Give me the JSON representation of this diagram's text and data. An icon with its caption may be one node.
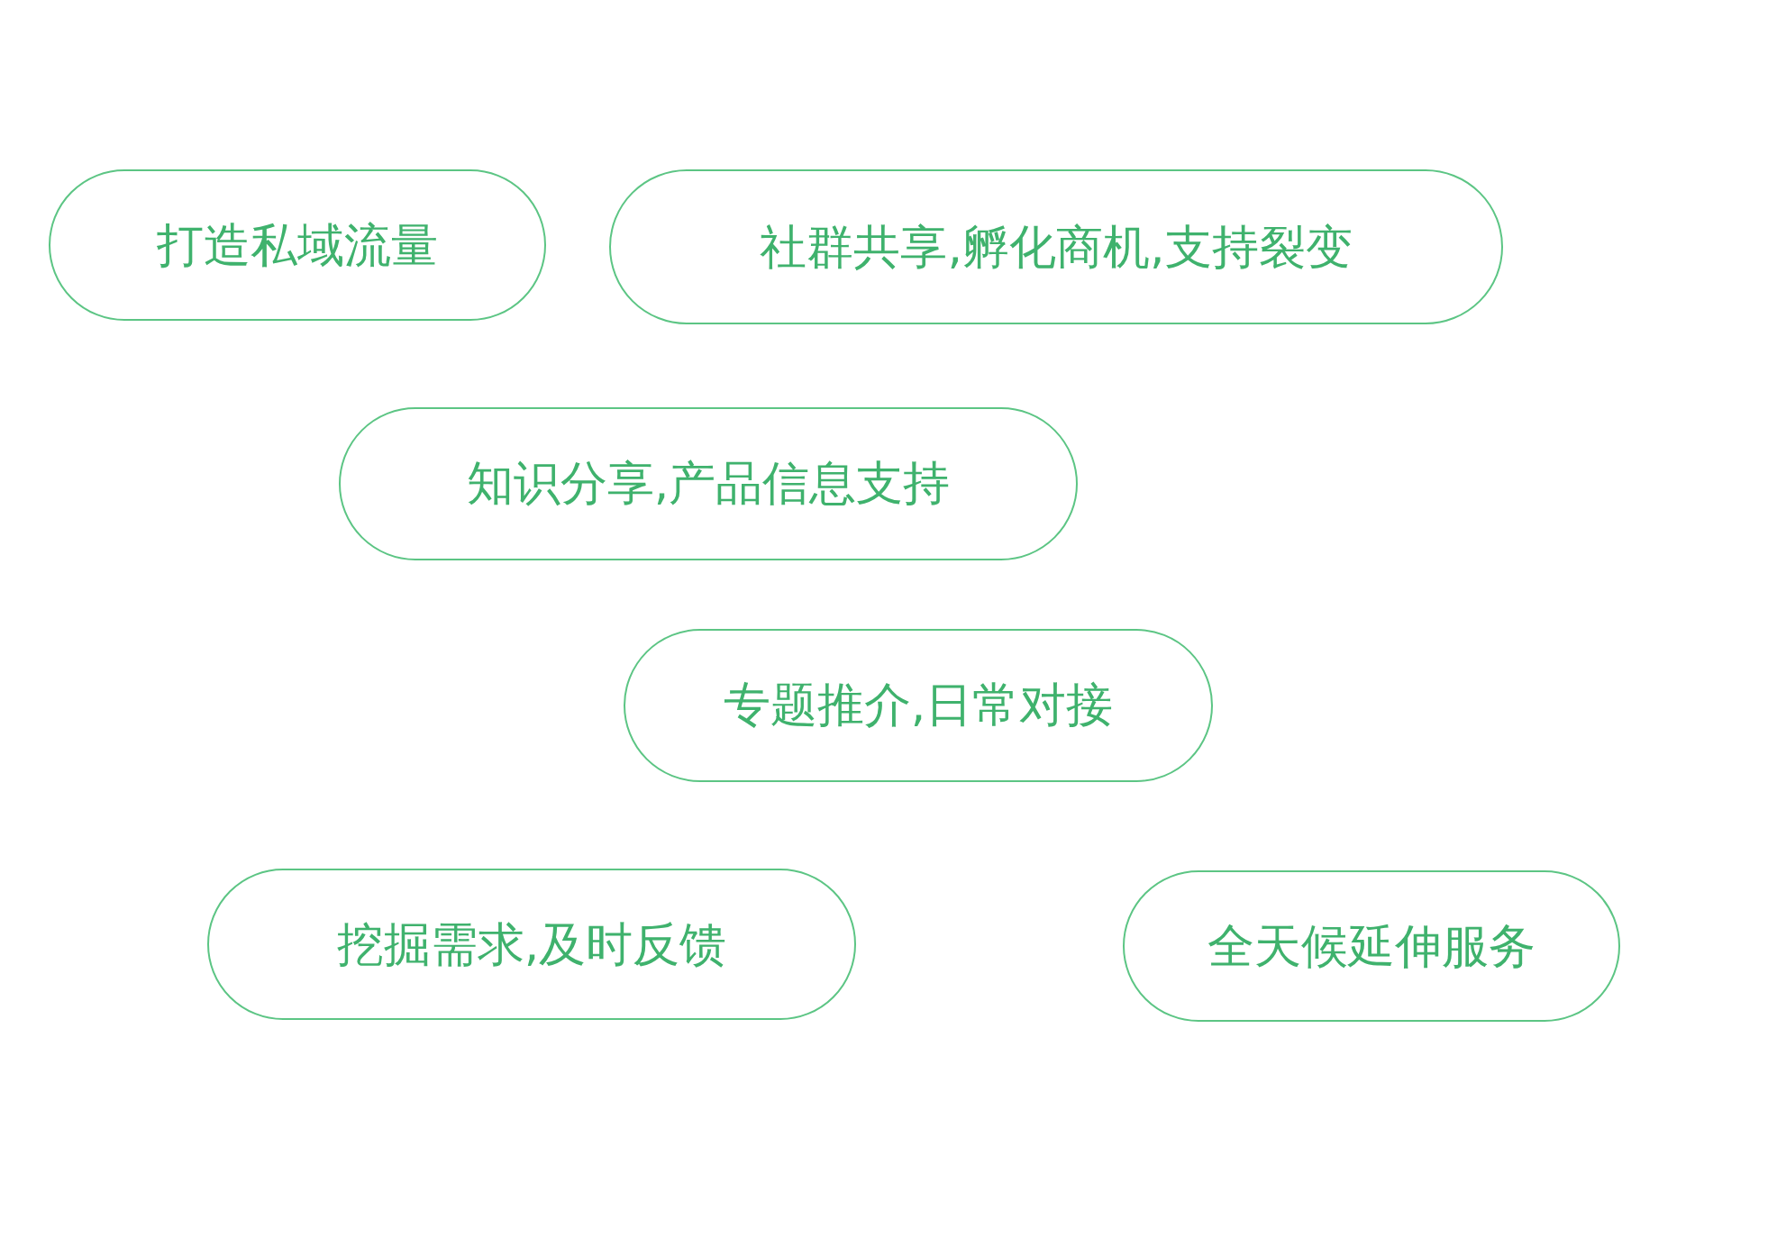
{
  "diagram": {
    "nodes": [
      {
        "text": [
          "打造私域流量"
        ]
      },
      {
        "text": [
          "社群共享,孵化商机,支持裂变"
        ]
      },
      {
        "text": [
          "知识分享,产品信息支持"
        ]
      },
      {
        "text": [
          "专题推介,日常对接"
        ]
      },
      {
        "text": [
          "挖掘需求,及时反馈"
        ]
      },
      {
        "text": [
          "全天候延伸服务"
        ]
      }
    ]
  }
}
